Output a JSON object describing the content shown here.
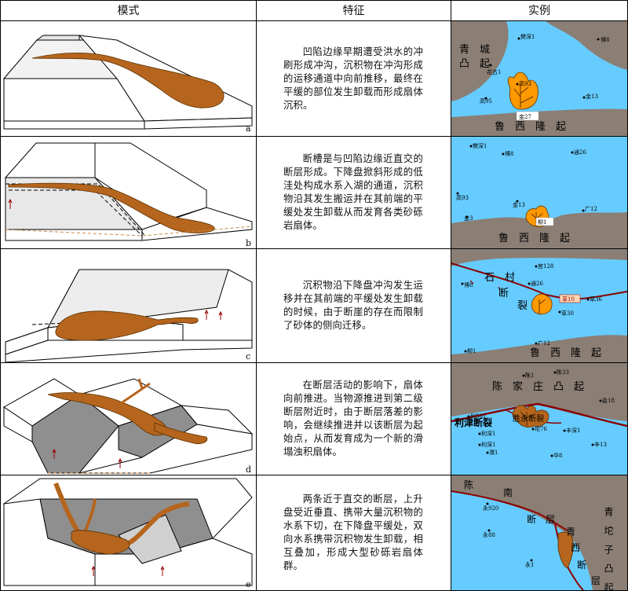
{
  "header": {
    "mode": "模式",
    "feature": "特征",
    "example": "实例"
  },
  "rows": [
    {
      "letter": "a",
      "text": "凹陷边缘早期遭受洪水的冲刷形成冲沟，沉积物在冲沟形成的运移通道中向前推移，最终在平缓的部位发生卸载而形成扇体沉积。",
      "map": {
        "uplift1": "青　城",
        "uplift2": "凸　起",
        "uplift3": "鲁　西　隆　起",
        "wells": [
          "樊深1",
          "博8",
          "花古1",
          "高93",
          "高95",
          "金27",
          "金13"
        ]
      }
    },
    {
      "letter": "b",
      "text": "断槽是与凹陷边缘近直交的断层形成。下降盘掀斜形成的低洼处构成水系入湖的通道，沉积物沿其发生搬运并在其前端的平缓处发生卸载从而发育各类砂砾岩扇体。",
      "map": {
        "uplift": "鲁　西　隆　起",
        "wells": [
          "樊深1",
          "博8",
          "通26",
          "高93",
          "金13",
          "柳1",
          "金3",
          "广12"
        ]
      }
    },
    {
      "letter": "c",
      "text": "沉积物沿下降盘冲沟发生运移并在其前端的平缓处发生卸载的时候，由于断崖的存在而限制了砂体的侧向迁移。",
      "map": {
        "fault1": "石　村",
        "fault2": "断",
        "fault3": "裂",
        "uplift": "鲁　西　隆　起",
        "wells": [
          "官128",
          "博8",
          "通26",
          "草10",
          "草36",
          "草30",
          "广12",
          "柳1"
        ]
      }
    },
    {
      "letter": "d",
      "text": "在断层活动的影响下，扇体向前推进。当物源推进到第二级断层附近时，由于断层落差的影响，会继续推进并以该断层为起始点，从而发育成为一个新的滑塌浊积扇体。",
      "map": {
        "uplift": "陈　家　庄　凸　起",
        "fault": "利津断裂",
        "fault_b": "胜永断裂",
        "wells": [
          "陈1",
          "陈33",
          "盐18",
          "利561",
          "利深1",
          "利深1",
          "坨76",
          "丰深1",
          "渭1",
          "华8",
          "辛13"
        ]
      }
    },
    {
      "letter": "e",
      "text": "两条近于直交的断层，上升盘受近垂直、携带大量沉积物的水系下切，在下降盘平缓处，双向水系携带沉积物发生卸载，相互叠加，形成大型砂砾岩扇体群。",
      "map": {
        "chen": "陈",
        "nan": "南",
        "duan1": "断",
        "ceng1": "层",
        "qing": "青",
        "xi": "西",
        "duan2": "断",
        "ceng2": "层",
        "qingtuo": "青　坨　子　凸　起",
        "wells": [
          "永920",
          "永88",
          "永1"
        ]
      }
    }
  ],
  "colors": {
    "sediment": "#b5651d",
    "water": "#66ccff",
    "land": "#8b7e74"
  }
}
